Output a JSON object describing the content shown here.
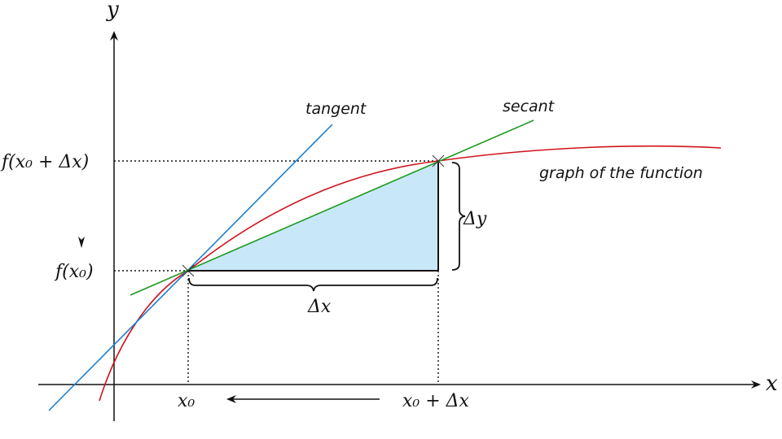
{
  "labels": {
    "y_axis": "y",
    "x_axis": "x",
    "tangent": "tangent",
    "secant": "secant",
    "graph": "graph of the function",
    "delta_y": "Δy",
    "delta_x": "Δx",
    "f_x0_dx": "f(x₀ + Δx)",
    "f_x0": "f(x₀)",
    "x0": "x₀",
    "x0_dx": "x₀ + Δx"
  },
  "colors": {
    "curve": "#d0141e",
    "tangent": "#1a7fd0",
    "secant": "#1e9a1e",
    "triangle_fill": "#c8e8fa",
    "axes": "#111111"
  }
}
